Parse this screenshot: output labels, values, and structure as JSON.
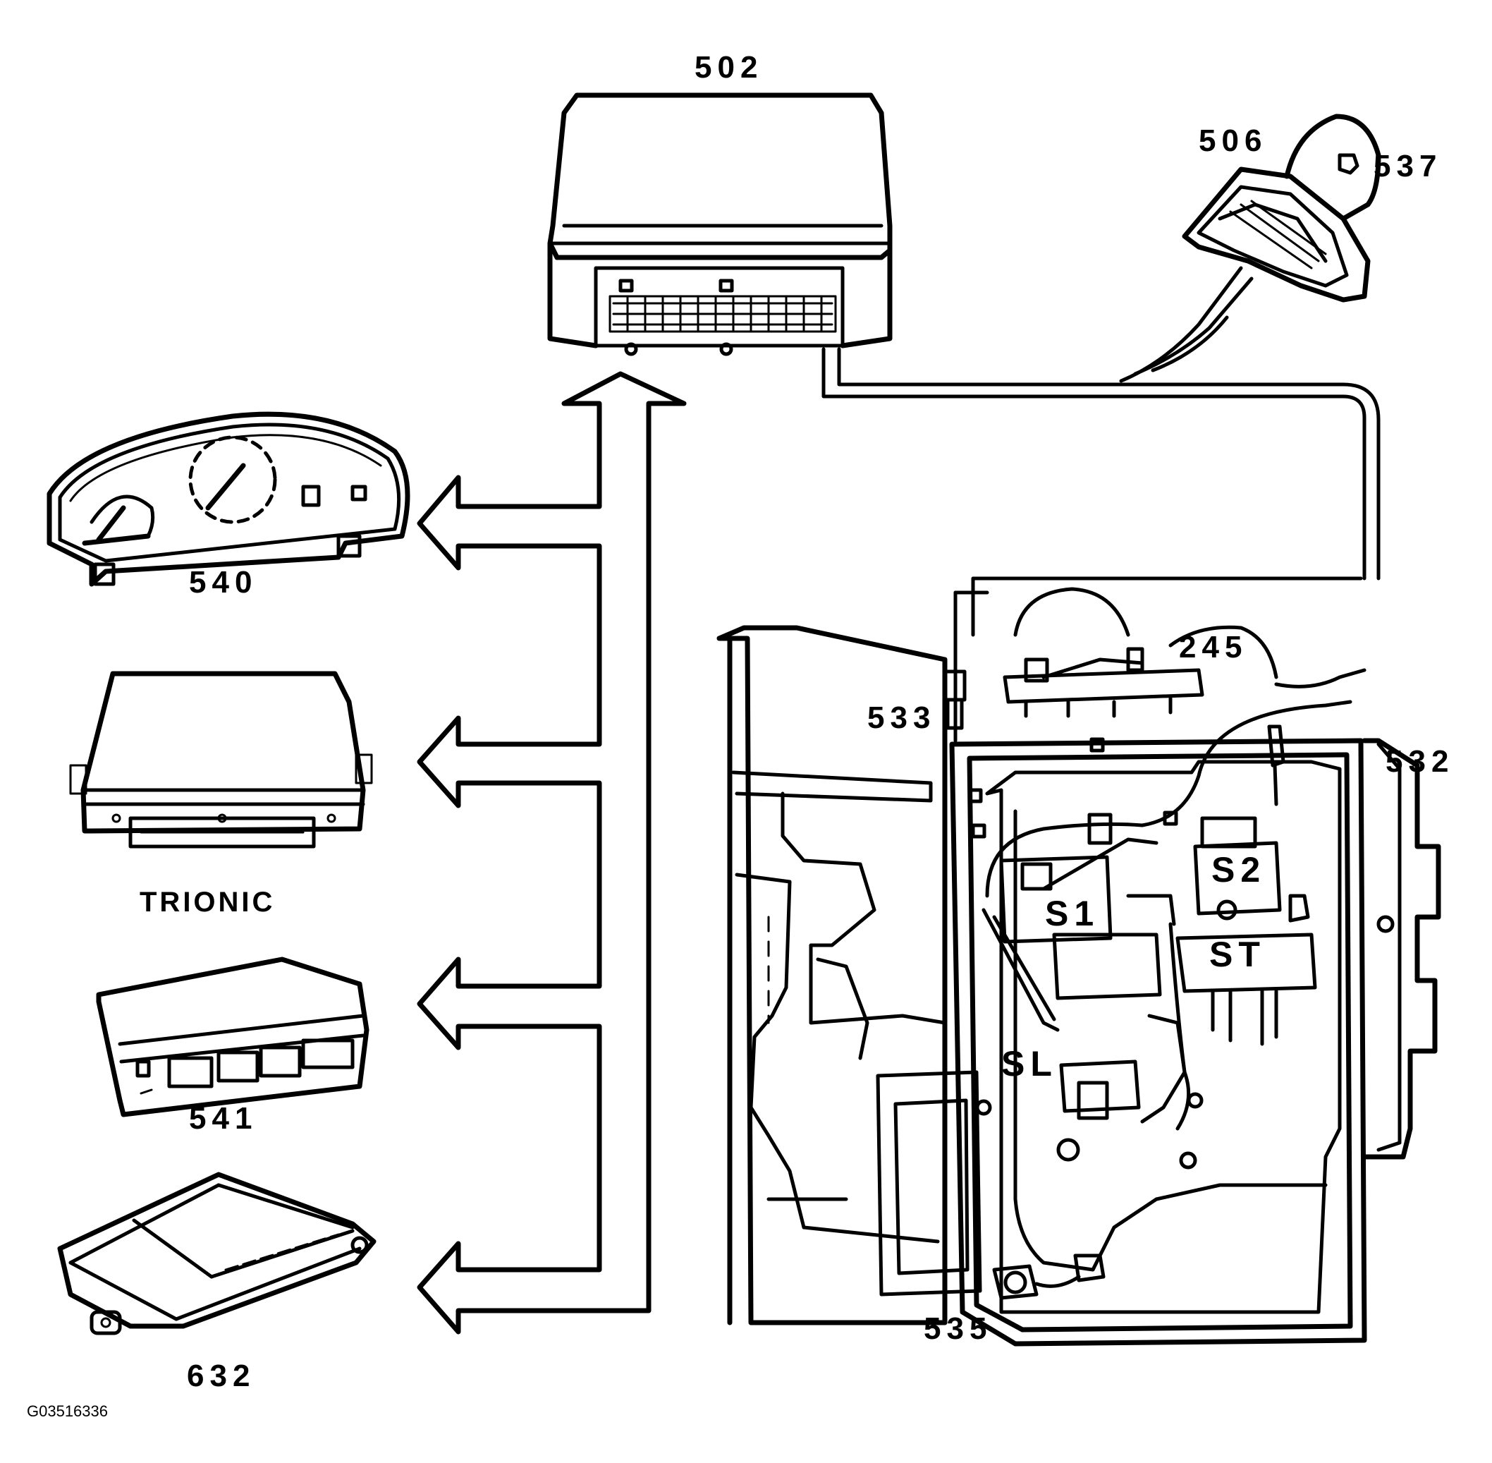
{
  "labels": {
    "ecu": "502",
    "gear_selector": "506",
    "selector_part": "537",
    "instrument_cluster": "540",
    "engine_ecu": "TRIONIC",
    "climate_control": "541",
    "module_632": "632",
    "sensor_245": "245",
    "sensor_533": "533",
    "transmission": "532",
    "connector_535": "535",
    "solenoid_s1": "S1",
    "solenoid_s2": "S2",
    "solenoid_st": "ST",
    "solenoid_sl": "SL"
  },
  "figure_id": "G03516336"
}
